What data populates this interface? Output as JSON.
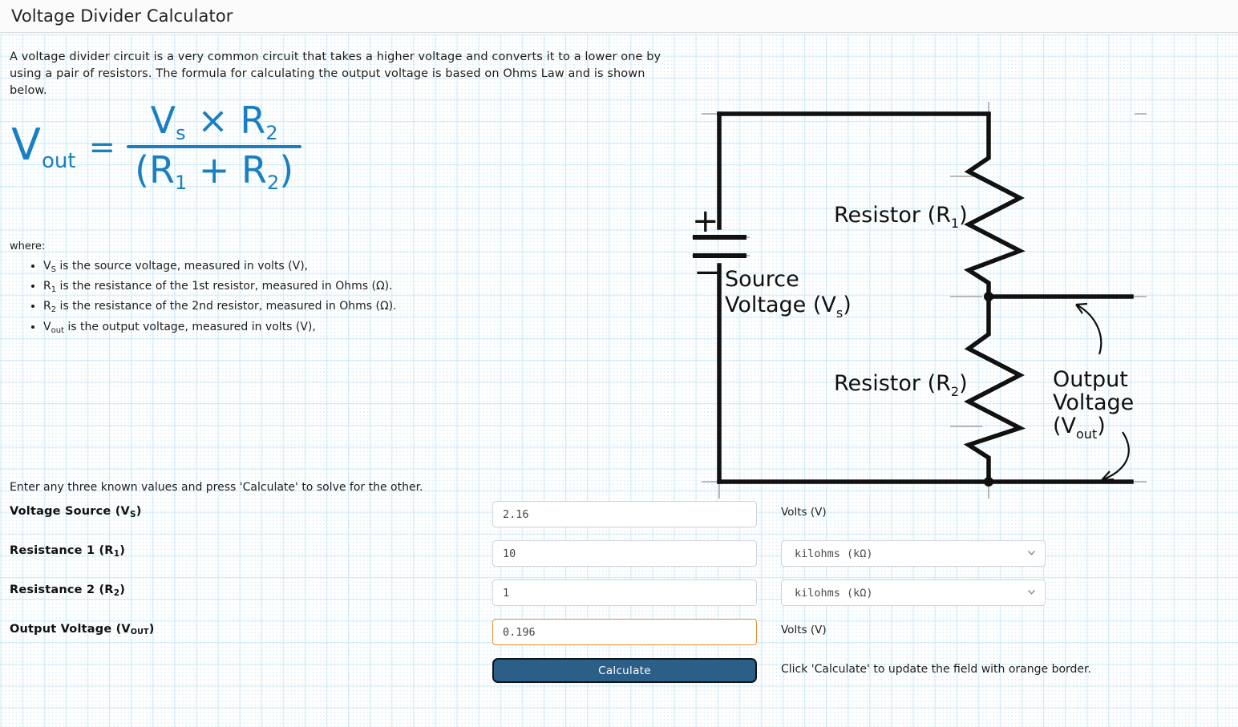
{
  "header": {
    "title": "Voltage Divider Calculator"
  },
  "intro": {
    "paragraph": "A voltage divider circuit is a very common circuit that takes a higher voltage and converts it to a lower one by using a pair of resistors. The formula for calculating the output voltage is based on Ohms Law and is shown below."
  },
  "formula": {
    "lhs_main": "V",
    "lhs_sub": "out",
    "equals": "=",
    "numerator_parts": [
      "V",
      "s",
      " × R",
      "2"
    ],
    "denominator_parts": [
      "(R",
      "1",
      " + R",
      "2",
      ")"
    ],
    "numerator_text": "Vs × R2",
    "denominator_text": "(R1 + R2)",
    "color": "#1a7fc1"
  },
  "where": {
    "label": "where:",
    "items": [
      {
        "sym": "V",
        "sub": "S",
        "text": " is the source voltage, measured in volts (V),"
      },
      {
        "sym": "R",
        "sub": "1",
        "text": " is the resistance of the 1st resistor, measured in Ohms (Ω)."
      },
      {
        "sym": "R",
        "sub": "2",
        "text": " is the resistance of the 2nd resistor, measured in Ohms (Ω)."
      },
      {
        "sym": "V",
        "sub": "out",
        "text": " is the output voltage, measured in volts (V),"
      }
    ]
  },
  "form": {
    "hint": "Enter any three known values and press 'Calculate' to solve for the other.",
    "rows": [
      {
        "label_main": "Voltage Source (V",
        "label_sub": "S",
        "label_tail": ")",
        "value": "2.16",
        "unit_type": "static",
        "unit_text": "Volts (V)",
        "highlight": false
      },
      {
        "label_main": "Resistance 1 (R",
        "label_sub": "1",
        "label_tail": ")",
        "value": "10",
        "unit_type": "select",
        "unit_text": "kilohms (kΩ)",
        "highlight": false
      },
      {
        "label_main": "Resistance 2 (R",
        "label_sub": "2",
        "label_tail": ")",
        "value": "1",
        "unit_type": "select",
        "unit_text": "kilohms (kΩ)",
        "highlight": false
      },
      {
        "label_main": "Output Voltage (V",
        "label_sub": "OUT",
        "label_tail": ")",
        "value": "0.196",
        "unit_type": "static",
        "unit_text": "Volts (V)",
        "highlight": true
      }
    ],
    "calculate_label": "Calculate",
    "calculate_note": "Click 'Calculate' to update the field with orange border.",
    "highlight_color": "#e8912d",
    "button_color": "#2b5f87"
  },
  "diagram": {
    "source_label_line1": "Source",
    "source_label_line2_main": "Voltage (V",
    "source_label_line2_sub": "s",
    "source_label_line2_tail": ")",
    "plus_sign": "+",
    "minus_sign": "−",
    "resistor1_main": "Resistor (R",
    "resistor1_sub": "1",
    "resistor1_tail": ")",
    "resistor2_main": "Resistor (R",
    "resistor2_sub": "2",
    "resistor2_tail": ")",
    "output_line1": "Output",
    "output_line2": "Voltage",
    "output_line3_main": "(V",
    "output_line3_sub": "out",
    "output_line3_tail": ")",
    "wire_color": "#111111"
  }
}
